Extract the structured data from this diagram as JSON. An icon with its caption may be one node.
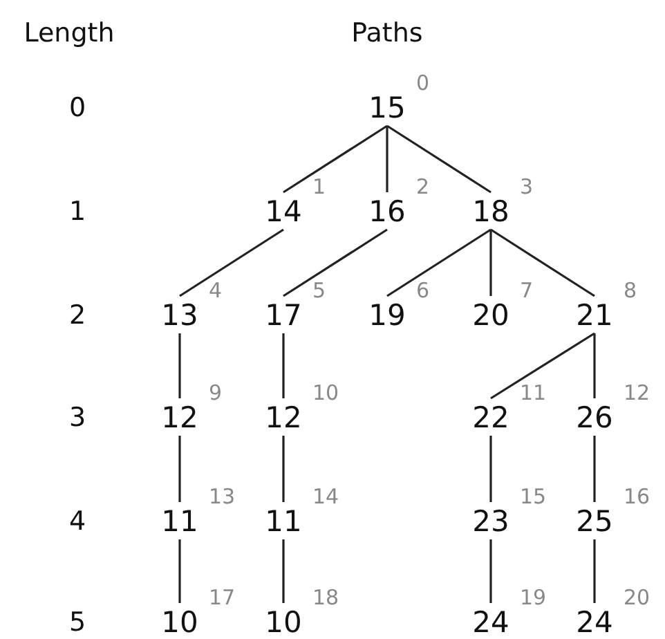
{
  "diagram": {
    "nodes": [
      {
        "text": [
          "15"
        ],
        "beside": [
          "0"
        ]
      },
      {
        "text": [
          "14"
        ],
        "beside": [
          "1"
        ]
      },
      {
        "text": [
          "16"
        ],
        "beside": [
          "2"
        ]
      },
      {
        "text": [
          "18"
        ],
        "beside": [
          "3"
        ]
      },
      {
        "text": [
          "13"
        ],
        "beside": [
          "4"
        ]
      },
      {
        "text": [
          "17"
        ],
        "beside": [
          "5"
        ]
      },
      {
        "text": [
          "19"
        ],
        "beside": [
          "6"
        ]
      },
      {
        "text": [
          "20"
        ],
        "beside": [
          "7"
        ]
      },
      {
        "text": [
          "21"
        ],
        "beside": [
          "8"
        ]
      },
      {
        "text": [
          "12"
        ],
        "beside": [
          "9"
        ]
      },
      {
        "text": [
          "12"
        ],
        "beside": [
          "10"
        ]
      },
      {
        "text": [
          "22"
        ],
        "beside": [
          "11"
        ]
      },
      {
        "text": [
          "26"
        ],
        "beside": [
          "12"
        ]
      },
      {
        "text": [
          "11"
        ],
        "beside": [
          "13"
        ]
      },
      {
        "text": [
          "11"
        ],
        "beside": [
          "14"
        ]
      },
      {
        "text": [
          "23"
        ],
        "beside": [
          "15"
        ]
      },
      {
        "text": [
          "25"
        ],
        "beside": [
          "16"
        ]
      },
      {
        "text": [
          "10"
        ],
        "beside": [
          "17"
        ]
      },
      {
        "text": [
          "10"
        ],
        "beside": [
          "18"
        ]
      },
      {
        "text": [
          "24"
        ],
        "beside": [
          "19"
        ]
      },
      {
        "text": [
          "24"
        ],
        "beside": [
          "20"
        ]
      }
    ],
    "edges": [
      {
        "from": 0,
        "to": 1,
        "arrow": "none"
      },
      {
        "from": 0,
        "to": 2,
        "arrow": "none"
      },
      {
        "from": 0,
        "to": 3,
        "arrow": "none"
      },
      {
        "from": 1,
        "to": 4,
        "arrow": "none"
      },
      {
        "from": 2,
        "to": 5,
        "arrow": "none"
      },
      {
        "from": 3,
        "to": 6,
        "arrow": "none"
      },
      {
        "from": 3,
        "to": 7,
        "arrow": "none"
      },
      {
        "from": 3,
        "to": 8,
        "arrow": "none"
      },
      {
        "from": 4,
        "to": 9,
        "arrow": "none"
      },
      {
        "from": 5,
        "to": 10,
        "arrow": "none"
      },
      {
        "from": 8,
        "to": 11,
        "arrow": "none"
      },
      {
        "from": 8,
        "to": 12,
        "arrow": "none"
      },
      {
        "from": 9,
        "to": 13,
        "arrow": "none"
      },
      {
        "from": 10,
        "to": 14,
        "arrow": "none"
      },
      {
        "from": 11,
        "to": 15,
        "arrow": "none"
      },
      {
        "from": 12,
        "to": 16,
        "arrow": "none"
      },
      {
        "from": 13,
        "to": 17,
        "arrow": "none"
      },
      {
        "from": 14,
        "to": 18,
        "arrow": "none"
      },
      {
        "from": 15,
        "to": 19,
        "arrow": "none"
      },
      {
        "from": 16,
        "to": 20,
        "arrow": "none"
      }
    ],
    "labels": [
      "Length",
      "Paths",
      "0",
      "1",
      "2",
      "3",
      "4",
      "5"
    ]
  }
}
